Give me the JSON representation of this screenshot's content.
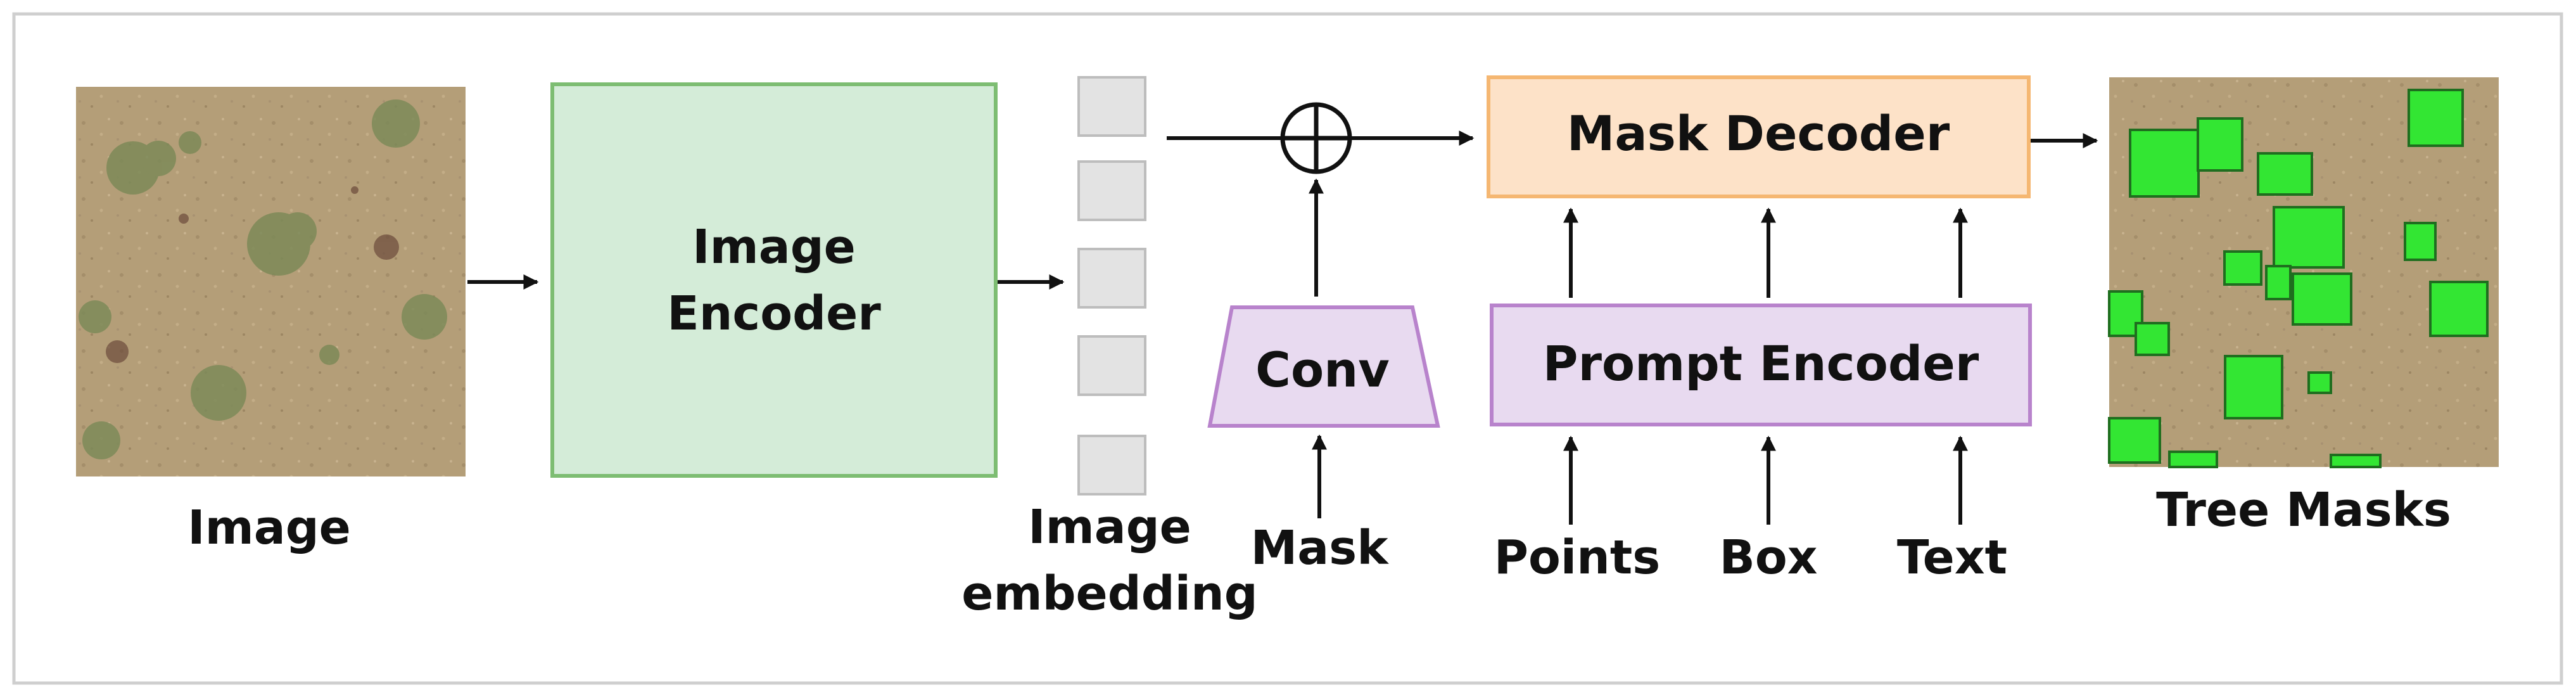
{
  "diagram": {
    "input": {
      "label": "Image"
    },
    "image_encoder": {
      "line1": "Image",
      "line2": "Encoder",
      "fill": "#d4ecd8",
      "stroke": "#7dbd72"
    },
    "image_embedding": {
      "line1": "Image",
      "line2": "embedding",
      "token_count": 5,
      "fill": "#e3e3e3",
      "stroke": "#bdbdbd"
    },
    "conv": {
      "label": "Conv",
      "fill": "#e8daf0",
      "stroke": "#b883cc"
    },
    "mask_input": {
      "label": "Mask"
    },
    "mask_decoder": {
      "label": "Mask Decoder",
      "fill": "#fde2c8",
      "stroke": "#f5b772"
    },
    "prompt_encoder": {
      "label": "Prompt Encoder",
      "fill": "#e8daf0",
      "stroke": "#b883cc"
    },
    "prompts": {
      "points": "Points",
      "box": "Box",
      "text": "Text"
    },
    "output": {
      "label": "Tree Masks",
      "mask_color": "#33e633",
      "box_color": "#1f6e1f"
    },
    "arrow_color": "#111111",
    "frame_color": "#cfcfcf"
  }
}
